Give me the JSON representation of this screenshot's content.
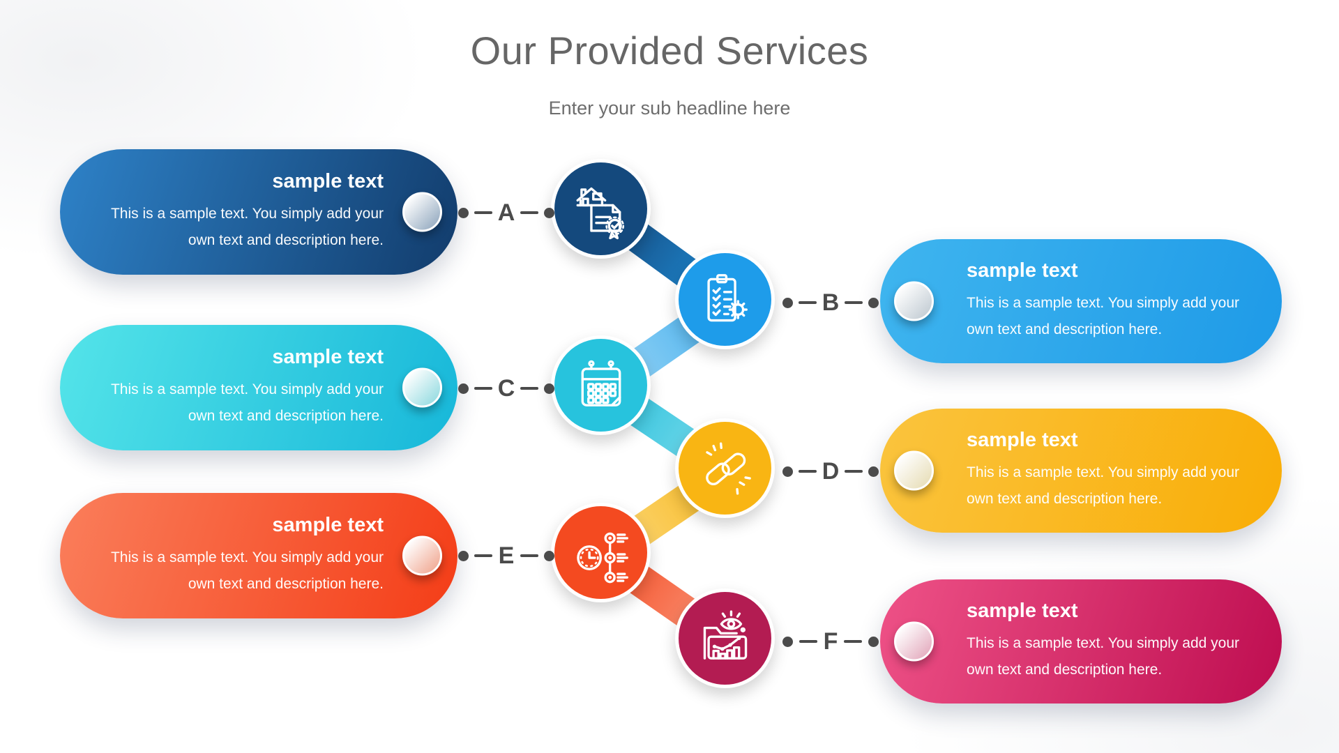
{
  "header": {
    "title": "Our Provided Services",
    "subtitle": "Enter your sub headline here",
    "title_color": "#666666",
    "subtitle_color": "#6d6d6d"
  },
  "connector": {
    "color": "#4b4b4b"
  },
  "items": [
    {
      "letter": "A",
      "side": "left",
      "title": "sample text",
      "description": "This is a sample text. You simply add your\nown text and description here.",
      "icon": "house-certificate-icon",
      "colors": {
        "card_from": "#2E82C8",
        "card_to": "#123C6C",
        "circle": "#14497D",
        "sphere_tint": "#8FA6BD"
      }
    },
    {
      "letter": "B",
      "side": "right",
      "title": "sample text",
      "description": "This is a sample text. You simply add your\nown text and description here.",
      "icon": "clipboard-checklist-gear-icon",
      "colors": {
        "card_from": "#3FB5EF",
        "card_to": "#1E9AE7",
        "circle": "#1E9CEA",
        "sphere_tint": "#BFC9D1"
      }
    },
    {
      "letter": "C",
      "side": "left",
      "title": "sample text",
      "description": "This is a sample text. You simply add your\nown text and description here.",
      "icon": "calendar-icon",
      "colors": {
        "card_from": "#54E4E9",
        "card_to": "#17B7D9",
        "circle": "#27C3DD",
        "sphere_tint": "#8ED9DF"
      }
    },
    {
      "letter": "D",
      "side": "right",
      "title": "sample text",
      "description": "This is a sample text. You simply add your\nown text and description here.",
      "icon": "chain-link-icon",
      "colors": {
        "card_from": "#FAC43E",
        "card_to": "#F9AD06",
        "circle": "#F9B513",
        "sphere_tint": "#E6DCB4"
      }
    },
    {
      "letter": "E",
      "side": "left",
      "title": "sample text",
      "description": "This is a sample text. You simply add your\nown text and description here.",
      "icon": "clock-timeline-icon",
      "colors": {
        "card_from": "#FA7E5B",
        "card_to": "#F43D17",
        "circle": "#F44A20",
        "sphere_tint": "#F0A48D"
      }
    },
    {
      "letter": "F",
      "side": "right",
      "title": "sample text",
      "description": "This is a sample text. You simply add your\nown text and description here.",
      "icon": "analytics-folder-eye-icon",
      "colors": {
        "card_from": "#EE5287",
        "card_to": "#BE0D50",
        "circle": "#B31C52",
        "sphere_tint": "#E2A6BA"
      }
    }
  ],
  "bands": [
    {
      "from": "A",
      "to": "B",
      "color_start": "#16487C",
      "color_end": "#1E8FD9"
    },
    {
      "from": "B",
      "to": "C",
      "color_start": "#45AEEC",
      "color_end": "#9BD7F7"
    },
    {
      "from": "C",
      "to": "D",
      "color_start": "#2BC1DC",
      "color_end": "#7FDCEC"
    },
    {
      "from": "D",
      "to": "E",
      "color_start": "#F8B81F",
      "color_end": "#FBD97E"
    },
    {
      "from": "E",
      "to": "F",
      "color_start": "#F44D24",
      "color_end": "#FA9A80"
    }
  ]
}
